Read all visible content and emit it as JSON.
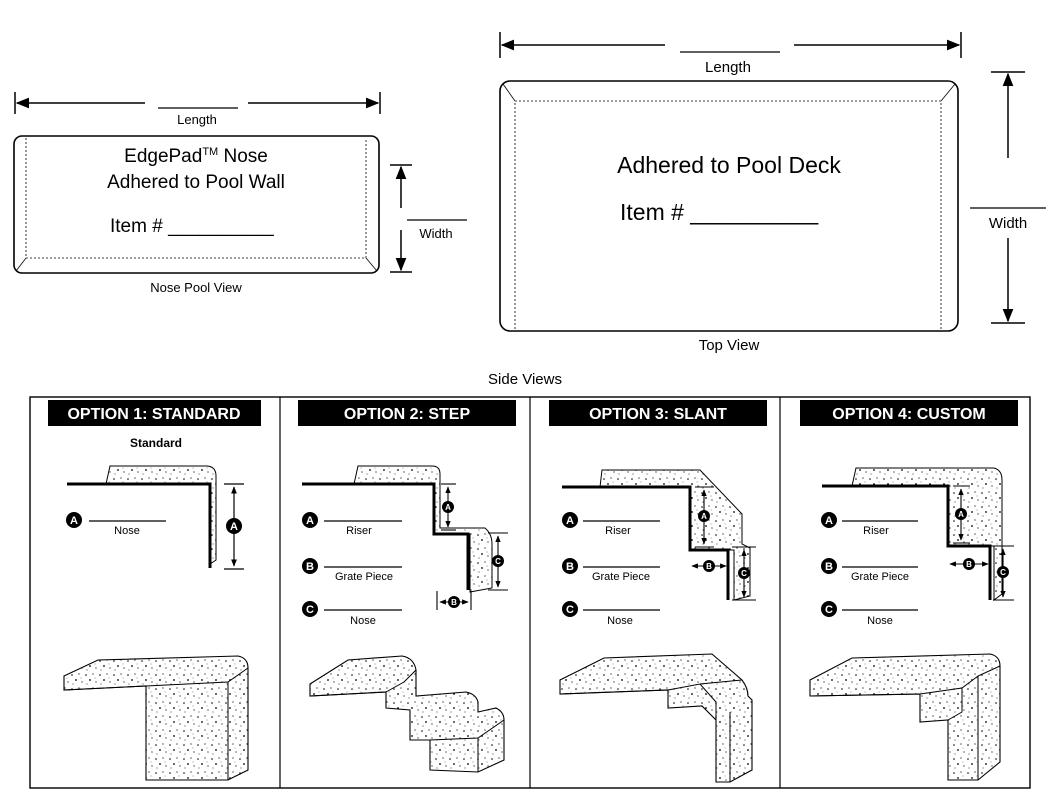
{
  "nose_view": {
    "length_label": "Length",
    "width_label": "Width",
    "title_line1_prefix": "EdgePad",
    "title_line1_tm": "TM",
    "title_line1_suffix": " Nose",
    "title_line2": "Adhered to Pool Wall",
    "item_label": "Item # __________",
    "caption": "Nose Pool View"
  },
  "top_view": {
    "length_label": "Length",
    "width_label": "Width",
    "title": "Adhered to Pool Deck",
    "item_label": "Item # __________",
    "caption": "Top View"
  },
  "side_views_title": "Side Views",
  "options": [
    {
      "header": "OPTION 1: STANDARD",
      "subtitle": "Standard",
      "fields": [
        {
          "letter": "A",
          "label": "Nose"
        }
      ]
    },
    {
      "header": "OPTION 2: STEP",
      "subtitle": "",
      "fields": [
        {
          "letter": "A",
          "label": "Riser"
        },
        {
          "letter": "B",
          "label": "Grate Piece"
        },
        {
          "letter": "C",
          "label": "Nose"
        }
      ]
    },
    {
      "header": "OPTION 3: SLANT",
      "subtitle": "",
      "fields": [
        {
          "letter": "A",
          "label": "Riser"
        },
        {
          "letter": "B",
          "label": "Grate Piece"
        },
        {
          "letter": "C",
          "label": "Nose"
        }
      ]
    },
    {
      "header": "OPTION 4: CUSTOM",
      "subtitle": "",
      "fields": [
        {
          "letter": "A",
          "label": "Riser"
        },
        {
          "letter": "B",
          "label": "Grate Piece"
        },
        {
          "letter": "C",
          "label": "Nose"
        }
      ]
    }
  ],
  "colors": {
    "ink": "#000000",
    "paper": "#ffffff",
    "header_bg": "#000000"
  }
}
